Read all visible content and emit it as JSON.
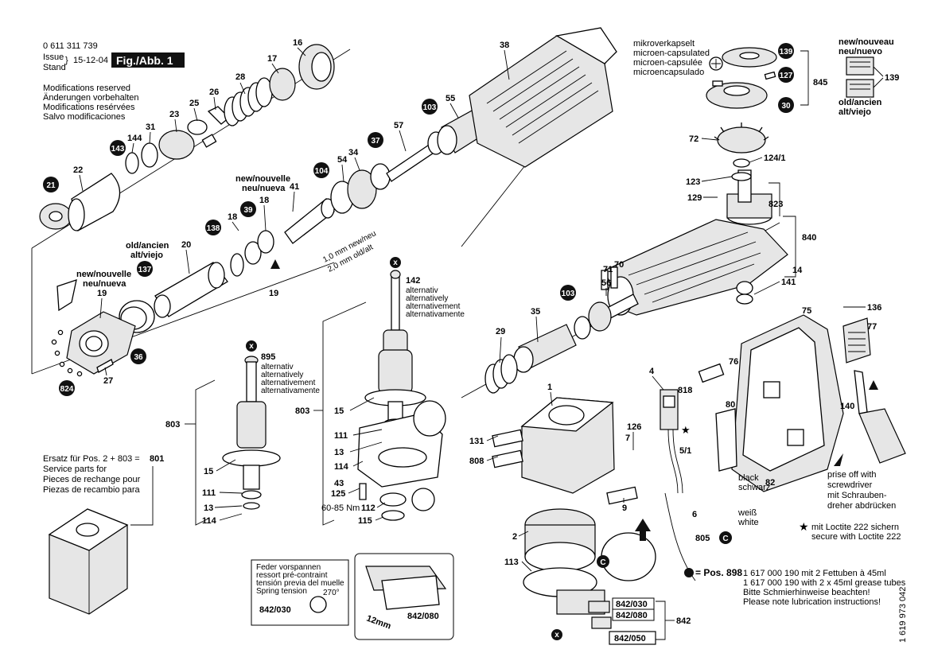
{
  "header": {
    "part_number": "0 611 311 739",
    "issue_label": "Issue",
    "stand_label": "Stand",
    "issue_date": "15-12-04",
    "fig_label": "Fig./Abb. 1",
    "modifications": [
      "Modifications reserved",
      "Änderungen vorbehalten",
      "Modifications resérvées",
      "Salvo modificaciones"
    ]
  },
  "callouts": {
    "numbers": [
      "16",
      "17",
      "28",
      "26",
      "25",
      "23",
      "31",
      "144",
      "22",
      "41",
      "18",
      "18",
      "54",
      "34",
      "57",
      "55",
      "38",
      "20",
      "19",
      "19",
      "27",
      "29",
      "35",
      "56",
      "71",
      "70",
      "142",
      "895",
      "803",
      "803",
      "15",
      "15",
      "111",
      "111",
      "13",
      "13",
      "114",
      "114",
      "43",
      "125",
      "112",
      "115",
      "1",
      "131",
      "808",
      "2",
      "113",
      "9",
      "126",
      "7",
      "4",
      "818",
      "5/1",
      "6",
      "805",
      "76",
      "80",
      "82",
      "75",
      "77",
      "136",
      "140",
      "72",
      "124/1",
      "123",
      "129",
      "823",
      "840",
      "14",
      "141",
      "845",
      "139"
    ],
    "filled": [
      "21",
      "143",
      "104",
      "37",
      "103",
      "39",
      "138",
      "137",
      "36",
      "824",
      "103",
      "139",
      "127",
      "30"
    ],
    "x_marker": "x",
    "c_marker": "C"
  },
  "notes": {
    "new_old_top_right": [
      "new/nouveau",
      "neu/nuevo"
    ],
    "old_top_right": [
      "old/ancien",
      "alt/viejo"
    ],
    "new_nouvelle_1": [
      "new/nouvelle",
      "neu/nueva"
    ],
    "new_nouvelle_2": [
      "new/nouvelle",
      "neu/nueva"
    ],
    "old_ancien": [
      "old/ancien",
      "alt/viejo"
    ],
    "mm_new": "1,0 mm new/neu",
    "mm_old": "2,0 mm old/alt",
    "mikro": [
      "mikroverkapselt",
      "microen-capsulated",
      "microen-capsulée",
      "microencapsulado"
    ],
    "alternativ_142": [
      "alternativ",
      "alternatively",
      "alternativement",
      "alternativamente"
    ],
    "alternativ_895": [
      "alternativ",
      "alternatively",
      "alternativement",
      "alternativamente"
    ],
    "torque": "60-85 Nm",
    "ersatz": [
      "Ersatz für Pos. 2 + 803  =",
      "Service parts for",
      "Pieces de rechange pour",
      "Piezas de recambio para"
    ],
    "ersatz_num": "801",
    "spring": [
      "Feder vorspannen",
      "ressort pré-contraint",
      "tensión previa del muelle",
      "Spring tension"
    ],
    "spring_angle": "270°",
    "spring_part": "842/030",
    "mm12": "12mm",
    "part_842_080": "842/080",
    "black_white": [
      "black",
      "schwarz",
      "weiß",
      "white"
    ],
    "prise_off": [
      "prise off with",
      "screwdriver",
      "mit Schrauben-",
      "dreher abdrücken"
    ],
    "loctite": [
      "mit Loctite 222 sichern",
      "secure with Loctite 222"
    ],
    "pos898_label": "= Pos. 898",
    "pos898_lines": [
      "1 617 000 190 mit 2 Fettuben à 45ml",
      "1 617 000 190 with 2 x 45ml grease tubes",
      "Bitte Schmierhinweise beachten!",
      "Please note lubrication instructions!"
    ],
    "bottom_parts": [
      "842/030",
      "842/080",
      "842/050",
      "842"
    ],
    "doc_id": "1 619 973 042"
  }
}
